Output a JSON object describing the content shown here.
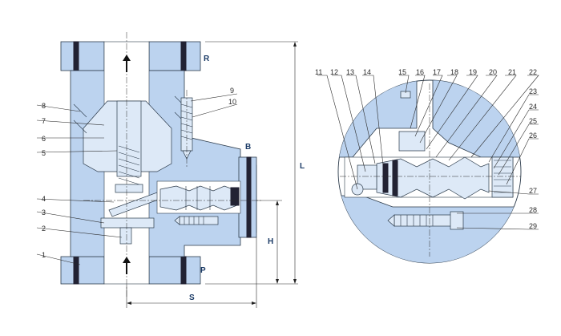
{
  "colors": {
    "body_fill": "#bcd3ef",
    "part_fill": "#dde9f7",
    "outline": "#2b3a4a",
    "label_blue": "#1a3a66"
  },
  "left_view": {
    "part_numbers": [
      "1",
      "2",
      "3",
      "4",
      "5",
      "6",
      "7",
      "8",
      "9",
      "10"
    ],
    "port_letters": {
      "R": "R",
      "B": "B",
      "P": "P"
    },
    "dimension_letters": {
      "L": "L",
      "H": "H",
      "S": "S"
    },
    "flow_arrows": [
      "arrow-up-icon",
      "arrow-up-icon"
    ]
  },
  "detail_view": {
    "part_numbers": [
      "11",
      "12",
      "13",
      "14",
      "15",
      "16",
      "17",
      "18",
      "19",
      "20",
      "21",
      "22",
      "23",
      "24",
      "25",
      "26",
      "27",
      "28",
      "29"
    ]
  }
}
